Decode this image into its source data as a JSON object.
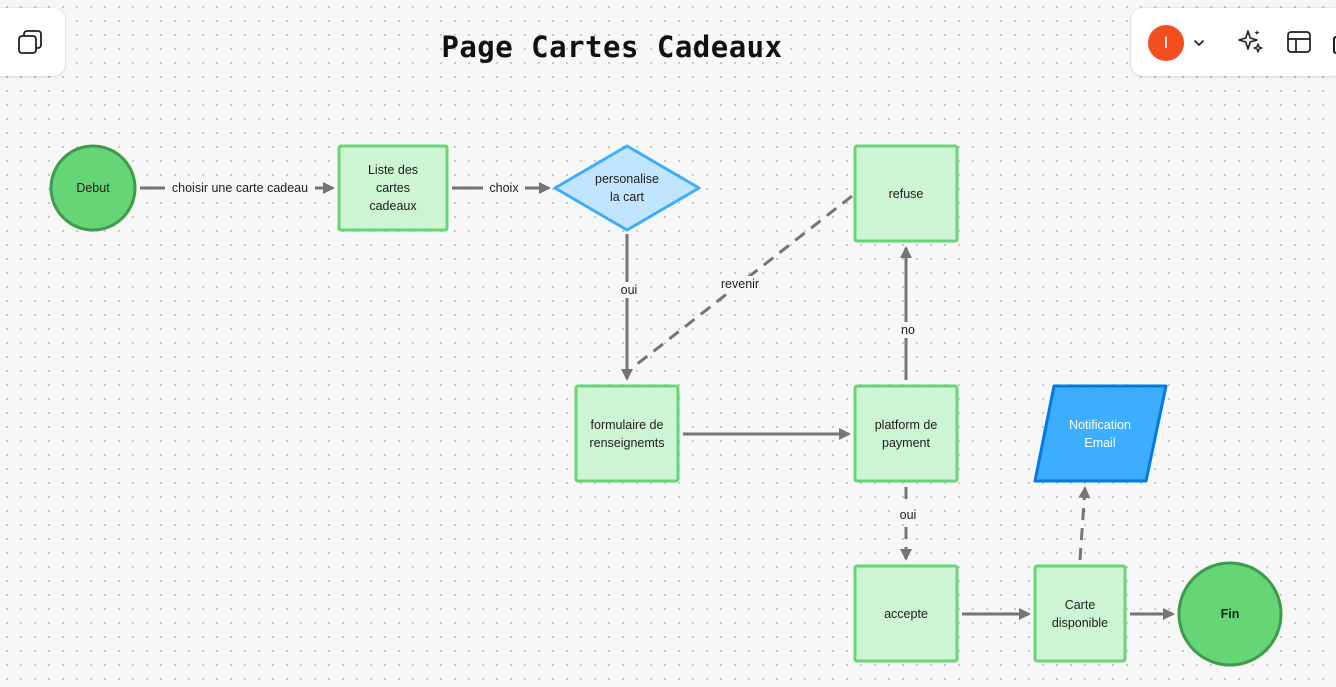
{
  "board": {
    "title": "Page Cartes Cadeaux"
  },
  "toolbar": {
    "left_icon": "layers-icon",
    "avatar_initial": "I",
    "avatar_color": "#f24e1e",
    "right_icons": [
      "chevron-down-icon",
      "ai-sparkle-icon",
      "layout-icon"
    ]
  },
  "colors": {
    "process_fill": "#cdf4d3",
    "process_stroke": "#66d575",
    "terminal_fill": "#66d575",
    "terminal_stroke": "#3e9b4b",
    "decision_fill": "#c2e5ff",
    "decision_stroke": "#3dadff",
    "io_fill": "#3dadff",
    "io_stroke": "#007be5",
    "connector": "#757575"
  },
  "nodes": {
    "debut": {
      "label": "Debut",
      "shape": "circle"
    },
    "liste": {
      "label": "Liste des\ncartes\ncadeaux",
      "shape": "rectangle"
    },
    "personalise": {
      "label": "personalise\nla cart",
      "shape": "diamond"
    },
    "refuse": {
      "label": "refuse",
      "shape": "rectangle"
    },
    "formulaire": {
      "label": "formulaire de\nrenseignemts",
      "shape": "rectangle"
    },
    "platform": {
      "label": "platform de\npayment",
      "shape": "rectangle"
    },
    "notification": {
      "label": "Notification\nEmail",
      "shape": "parallelogram"
    },
    "accepte": {
      "label": "accepte",
      "shape": "rectangle"
    },
    "carte": {
      "label": "Carte\ndisponible",
      "shape": "rectangle"
    },
    "fin": {
      "label": "Fin",
      "shape": "circle"
    }
  },
  "edges": {
    "choisir": {
      "label": "choisir une carte cadeau"
    },
    "choix": {
      "label": "choix"
    },
    "oui1": {
      "label": "oui"
    },
    "revenir": {
      "label": "revenir"
    },
    "no": {
      "label": "no"
    },
    "oui2": {
      "label": "oui"
    }
  }
}
